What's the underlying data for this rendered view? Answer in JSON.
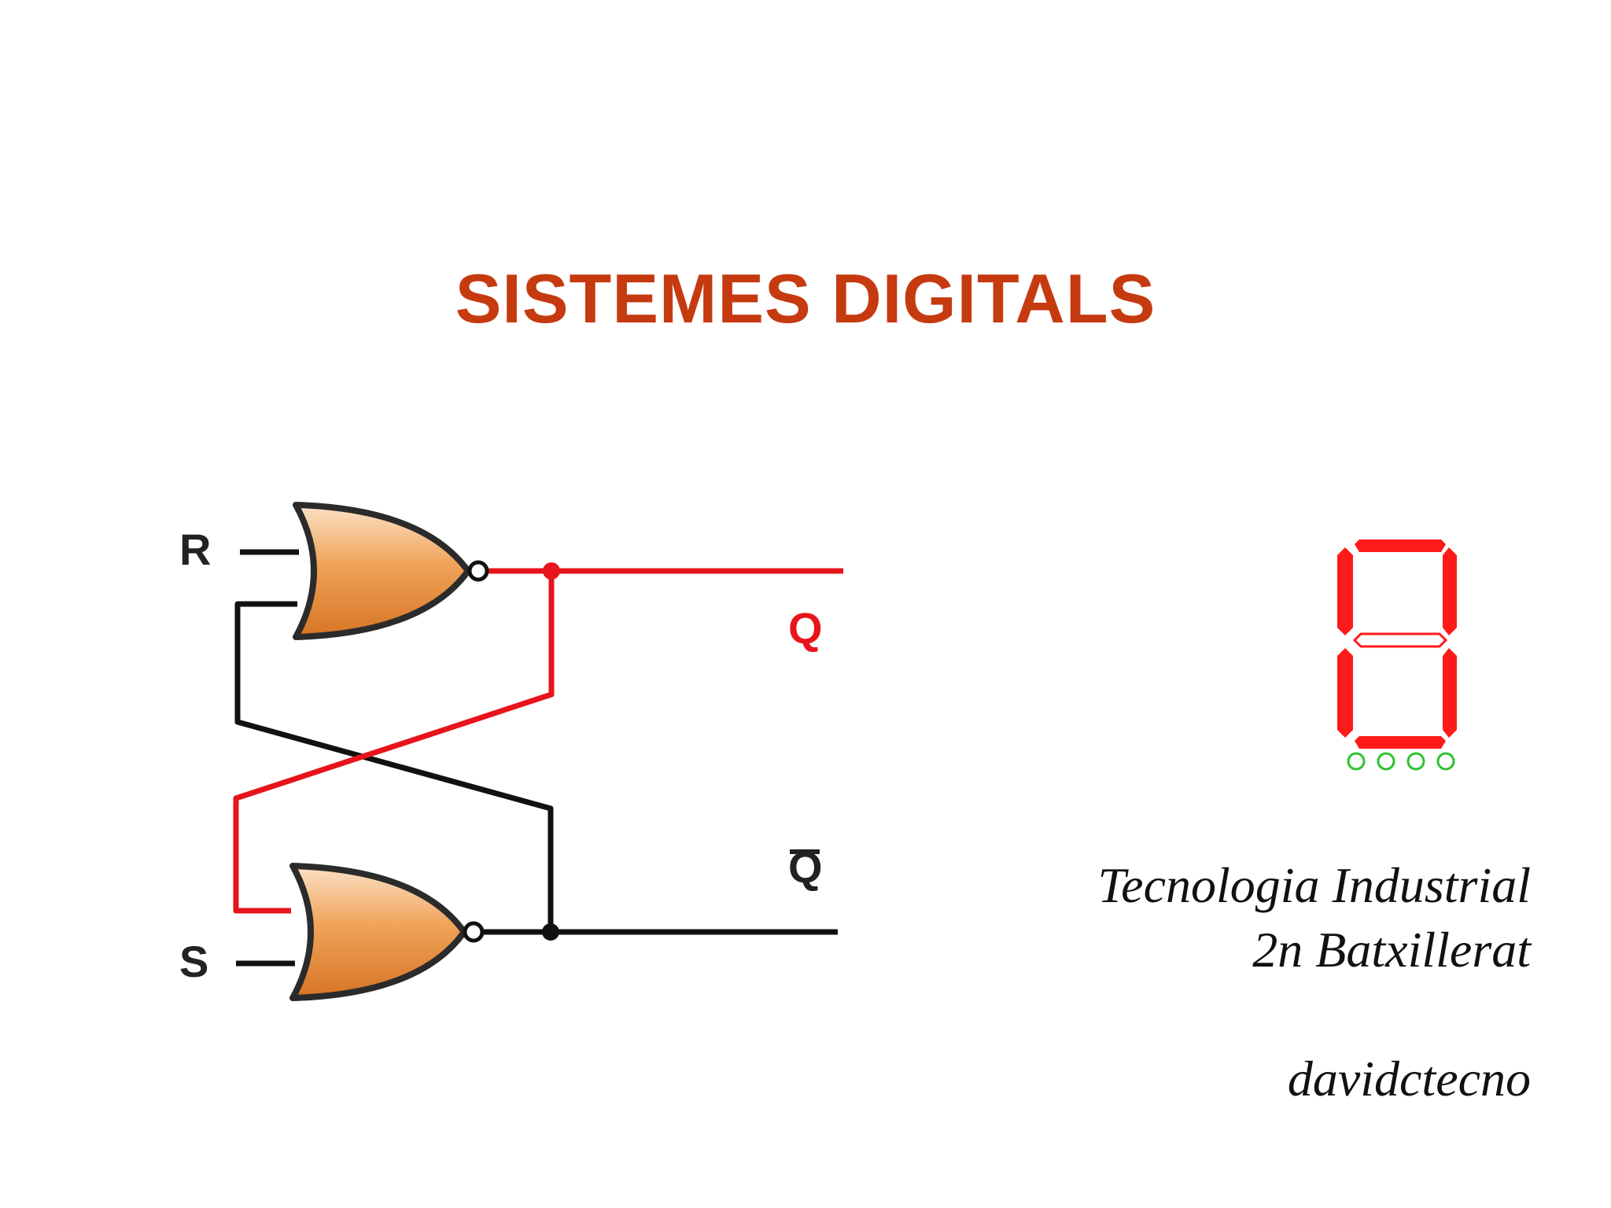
{
  "slide": {
    "title": "SISTEMES DIGITALS",
    "title_color": "#c63a10",
    "subtitle_line1": "Tecnologia Industrial",
    "subtitle_line2": "2n Batxillerat",
    "author": "davidctecno"
  },
  "circuit": {
    "label_r": "R",
    "label_s": "S",
    "label_q": "Q",
    "label_q_bar": "Q",
    "active_color": "#e8141b",
    "wire_color": "#111111",
    "gate_color": "#e58a3a"
  },
  "seven_segment": {
    "segment_color": "#ff1a1a",
    "indicator_color": "#2ec22e",
    "indicator_count": 4
  }
}
